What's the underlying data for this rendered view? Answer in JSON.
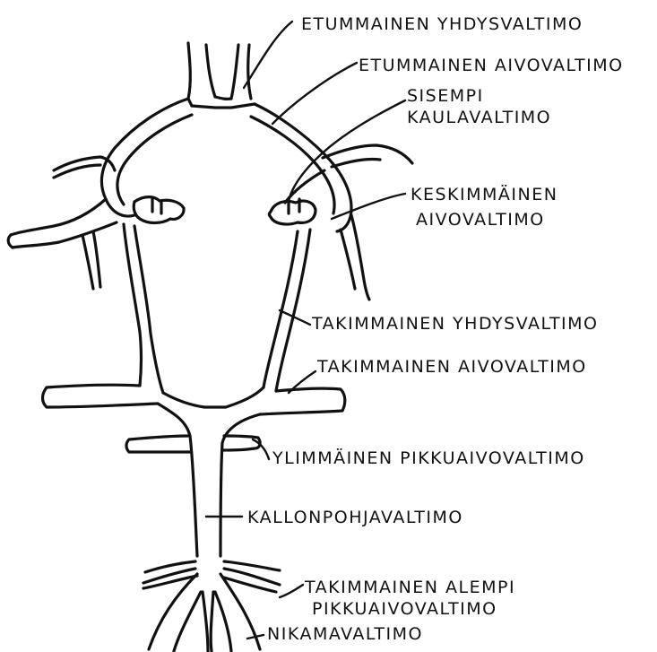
{
  "labels": {
    "anterior_communicating": "ETUMMAINEN YHDYSVALTIMO",
    "anterior_cerebral": "ETUMMAINEN AIVOVALTIMO",
    "internal_carotid_1": "SISEMPI",
    "internal_carotid_2": "KAULAVALTIMO",
    "middle_cerebral_1": "KESKIMMÄINEN",
    "middle_cerebral_2": "AIVOVALTIMO",
    "posterior_communicating": "TAKIMMAINEN YHDYSVALTIMO",
    "posterior_cerebral": "TAKIMMAINEN AIVOVALTIMO",
    "superior_cerebellar": "YLIMMÄINEN PIKKUAIVOVALTIMO",
    "basilar": "KALLONPOHJAVALTIMO",
    "posterior_inferior_cerebellar_1": "TAKIMMAINEN ALEMPI",
    "posterior_inferior_cerebellar_2": "PIKKUAIVOVALTIMO",
    "vertebral": "NIKAMAVALTIMO"
  },
  "colors": {
    "ink": "#111111",
    "background": "#ffffff"
  }
}
